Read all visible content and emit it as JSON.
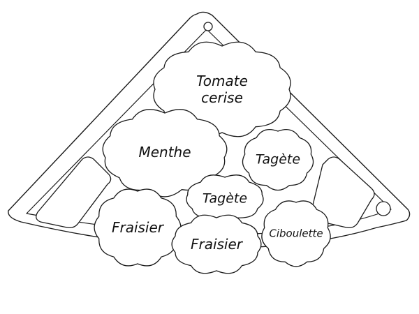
{
  "plants": [
    {
      "id": "tomate-cerise",
      "lines": [
        "Tomate",
        "cerise"
      ]
    },
    {
      "id": "menthe",
      "lines": [
        "Menthe"
      ]
    },
    {
      "id": "tagete-right",
      "lines": [
        "Tagète"
      ]
    },
    {
      "id": "tagete-center",
      "lines": [
        "Tagète"
      ]
    },
    {
      "id": "fraisier-left",
      "lines": [
        "Fraisier"
      ]
    },
    {
      "id": "fraisier-center",
      "lines": [
        "Fraisier"
      ]
    },
    {
      "id": "ciboulette",
      "lines": [
        "Ciboulette"
      ]
    }
  ]
}
